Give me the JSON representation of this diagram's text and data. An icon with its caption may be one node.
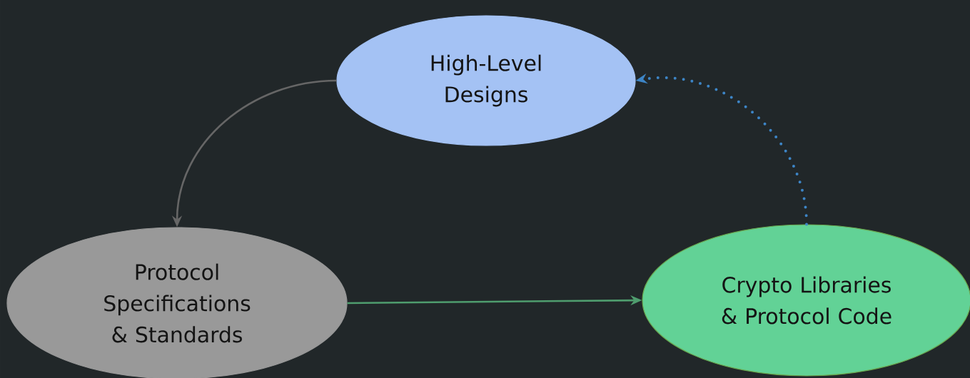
{
  "diagram": {
    "nodes": [
      {
        "text": [
          "High-Level Designs"
        ]
      },
      {
        "text": [
          "Protocol Specifications & Standards"
        ]
      },
      {
        "text": [
          "Crypto Libraries & Protocol Code"
        ]
      }
    ],
    "edges": [
      {
        "from": 0,
        "to": 1,
        "arrow": "to",
        "color": "#666666"
      },
      {
        "from": 1,
        "to": 2,
        "arrow": "to",
        "color": "#4f9d6e"
      },
      {
        "from": 2,
        "to": 0,
        "arrow": "to",
        "style": "dashed",
        "color": "#3d85c6"
      }
    ]
  }
}
